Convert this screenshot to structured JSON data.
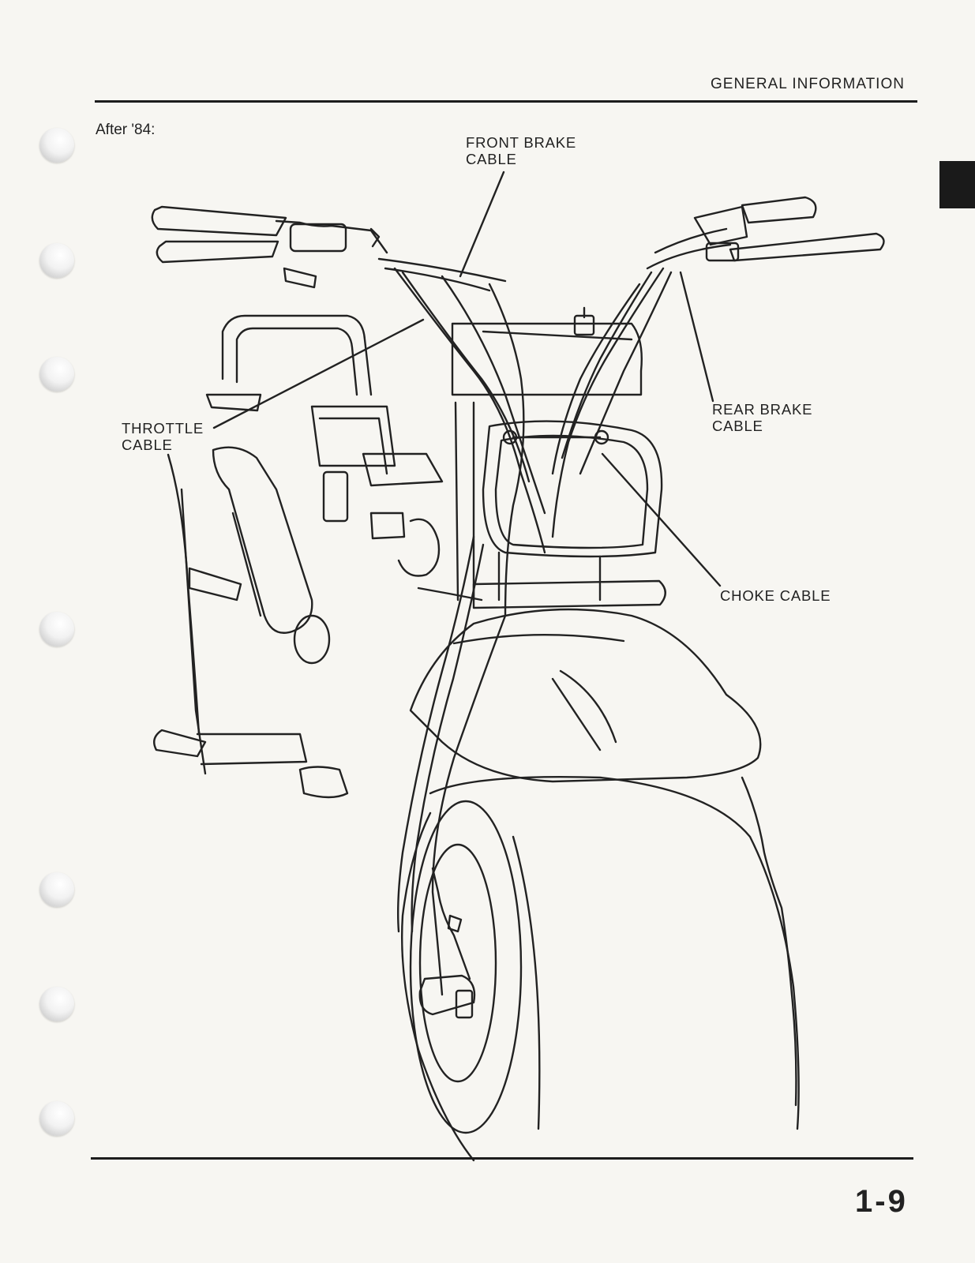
{
  "header": {
    "section_title": "GENERAL INFORMATION"
  },
  "figure": {
    "subtitle": "After '84:",
    "callouts": {
      "front_brake": "FRONT BRAKE\nCABLE",
      "rear_brake": "REAR BRAKE\nCABLE",
      "throttle": "THROTTLE\nCABLE",
      "choke": "CHOKE CABLE"
    }
  },
  "footer": {
    "page_number": "1-9"
  }
}
